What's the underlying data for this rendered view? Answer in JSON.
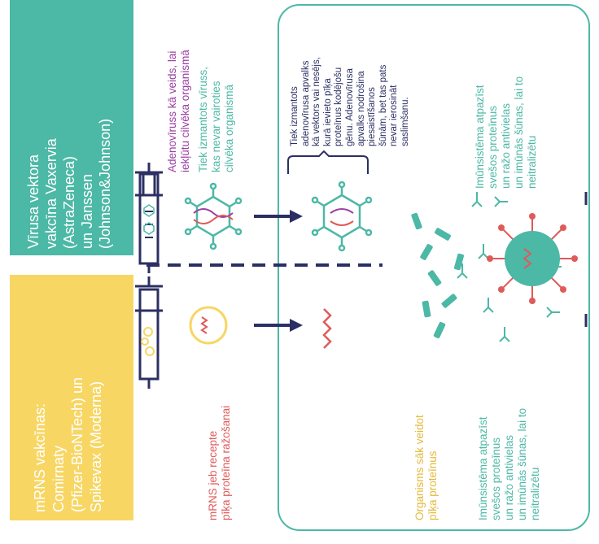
{
  "colors": {
    "teal": "#4cb8a6",
    "yellow": "#f7d664",
    "purple": "#9b3ea3",
    "navy": "#2b2f63",
    "red": "#e05a5a",
    "yellow_text": "#e4b93a",
    "teal_text": "#49b49f"
  },
  "vector_vaccine": {
    "box_label": "Vīrusa vektora\nvakcīna Vaxervia\n(AstraZeneca)\nun Janssen\n(Johnson&Johnson)",
    "adenovirus_purple": "Adenovīruss kā veids, lai\niekļūtu cilvēka organismā",
    "adenovirus_teal": "Tiek izmantots vīruss,\nkas nevar vairoties\ncilvēka organismā",
    "brace_note": "Tiek izmantots\nadenovīrusa apvalks\nkā vektors vai nesējs,\nkurā ievieto pīķa\nproteīnus kodējošu\ngēnu. Adenovīrusa\napvalks nodrošina\npiesaistīšanos\nšūnām, bet tas pats\nnevar ierosināt\nsaslimšanu.",
    "immune_text": "Imūnsistēma atpazīst\nsvešos proteīnus\nun ražo antivielas\nun imūnās šūnas, lai to\nneitralizētu"
  },
  "mrna_vaccine": {
    "box_label": "mRNS vakcīnas:\nComirnaty\n(Pfizer-BioNTech) un\nSpikevax (Moderna)",
    "mrna_text": "mRNS jeb recepte\npīķa proteīna ražošanai",
    "organism_text": "Organisms sāk veidot\npīķa proteīnus",
    "immune_text": "Imūnsistēma atpazīst\nsvešos proteīnus\nun ražo antivielas\nun imūnās šūnas, lai to\nneitralizētu"
  },
  "icons": [
    "syringe-icon",
    "adenovirus-icon",
    "dna-icon",
    "mrna-strand-icon",
    "spike-protein-icon",
    "antibody-icon",
    "coronavirus-icon",
    "arrow-icon"
  ]
}
